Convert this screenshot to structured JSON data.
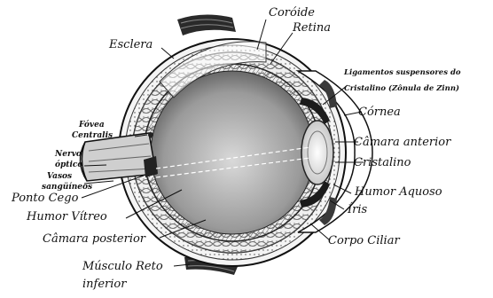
{
  "labels": {
    "coroide": "Coróide",
    "retina": "Retina",
    "esclera": "Esclera",
    "ligamentos_l1": "Ligamentos suspensores do",
    "ligamentos_l2": "Cristalino (Zônula de Zinn)",
    "cornea": "Córnea",
    "camara_anterior": "Câmara anterior",
    "cristalino": "Cristalino",
    "fovea_l1": "Fóvea",
    "fovea_l2": "Centralis",
    "nervo_l1": "Nervo",
    "nervo_l2": "óptico",
    "vasos_l1": "Vasos",
    "vasos_l2": "sangüíneos",
    "ponto_cego": "Ponto Cego",
    "humor_vitreo": "Humor Vítreo",
    "humor_aquoso": "Humor Aquoso",
    "iris": "Íris",
    "camara_posterior": "Câmara posterior",
    "corpo_ciliar": "Corpo Ciliar",
    "musculo_l1": "Músculo Reto",
    "musculo_l2": "inferior"
  }
}
